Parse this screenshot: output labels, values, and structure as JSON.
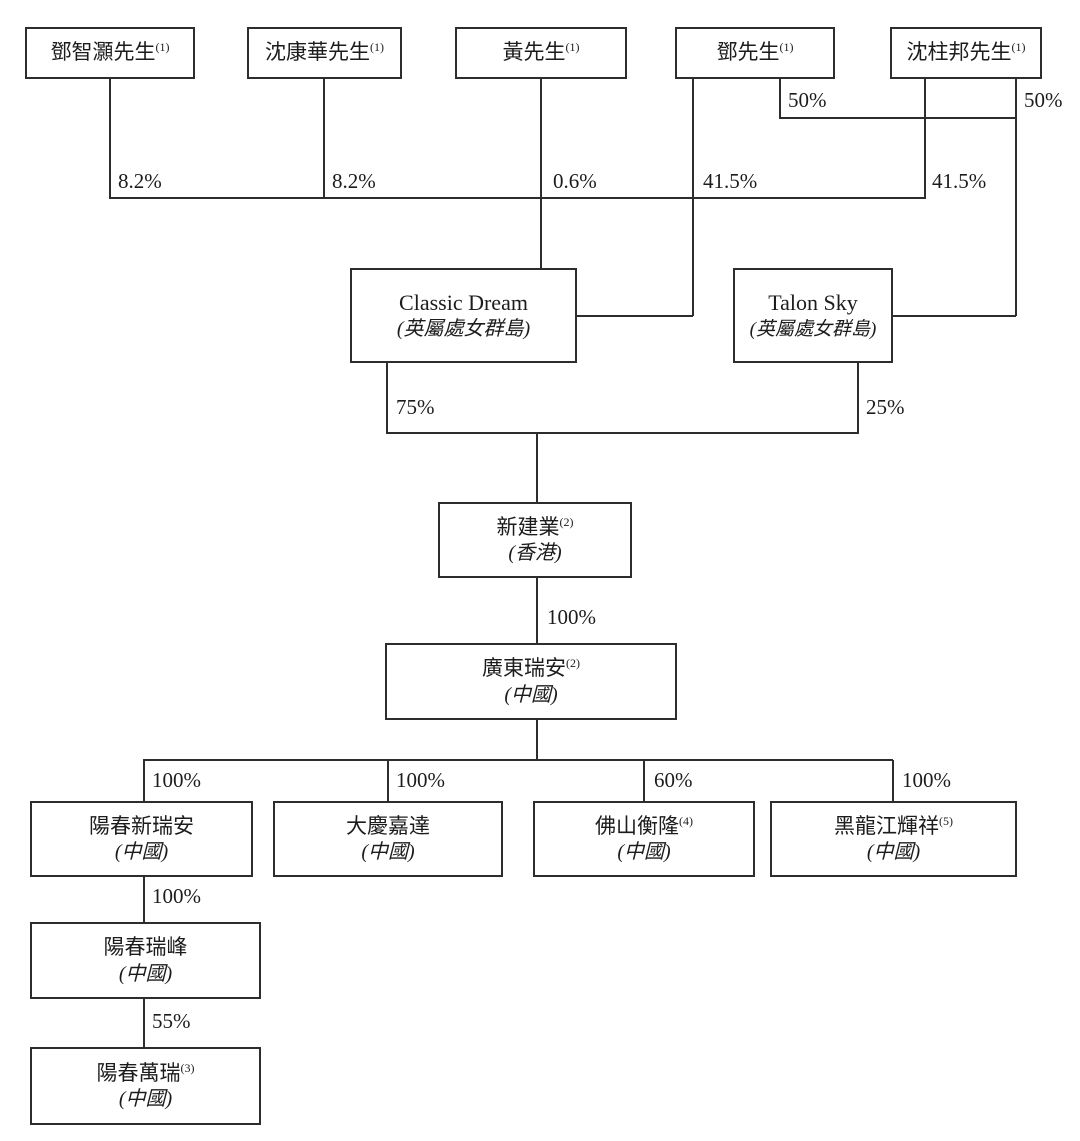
{
  "diagram": {
    "entities": {
      "p1": {
        "name": "鄧智灝先生",
        "note": "(1)"
      },
      "p2": {
        "name": "沈康華先生",
        "note": "(1)"
      },
      "p3": {
        "name": "黃先生",
        "note": "(1)"
      },
      "p4": {
        "name": "鄧先生",
        "note": "(1)"
      },
      "p5": {
        "name": "沈柱邦先生",
        "note": "(1)"
      },
      "classic_dream": {
        "name": "Classic Dream",
        "jurisdiction": "(英屬處女群島)"
      },
      "talon_sky": {
        "name": "Talon Sky",
        "jurisdiction": "(英屬處女群島)"
      },
      "xin_jian_ye": {
        "name": "新建業",
        "note": "(2)",
        "jurisdiction": "(香港)"
      },
      "guangdong_ruian": {
        "name": "廣東瑞安",
        "note": "(2)",
        "jurisdiction": "(中國)"
      },
      "yangchun_xin_ruian": {
        "name": "陽春新瑞安",
        "jurisdiction": "(中國)"
      },
      "daqing_jiada": {
        "name": "大慶嘉達",
        "jurisdiction": "(中國)"
      },
      "foshan_henglong": {
        "name": "佛山衡隆",
        "note": "(4)",
        "jurisdiction": "(中國)"
      },
      "heilongjiang_huixiang": {
        "name": "黑龍江輝祥",
        "note": "(5)",
        "jurisdiction": "(中國)"
      },
      "yangchun_ruifeng": {
        "name": "陽春瑞峰",
        "jurisdiction": "(中國)"
      },
      "yangchun_wanrui": {
        "name": "陽春萬瑞",
        "note": "(3)",
        "jurisdiction": "(中國)"
      }
    },
    "ownership": {
      "p1_to_classic_dream": "8.2%",
      "p2_to_classic_dream": "8.2%",
      "p3_to_classic_dream": "0.6%",
      "p4_to_classic_dream": "41.5%",
      "p5_to_classic_dream": "41.5%",
      "p4_to_talon_sky": "50%",
      "p5_to_talon_sky": "50%",
      "classic_dream_to_xin_jian_ye": "75%",
      "talon_sky_to_xin_jian_ye": "25%",
      "xin_jian_ye_to_guangdong_ruian": "100%",
      "guangdong_ruian_to_yangchun_xin_ruian": "100%",
      "guangdong_ruian_to_daqing_jiada": "100%",
      "guangdong_ruian_to_foshan_henglong": "60%",
      "guangdong_ruian_to_heilongjiang_huixiang": "100%",
      "yangchun_xin_ruian_to_yangchun_ruifeng": "100%",
      "yangchun_ruifeng_to_yangchun_wanrui": "55%"
    }
  }
}
